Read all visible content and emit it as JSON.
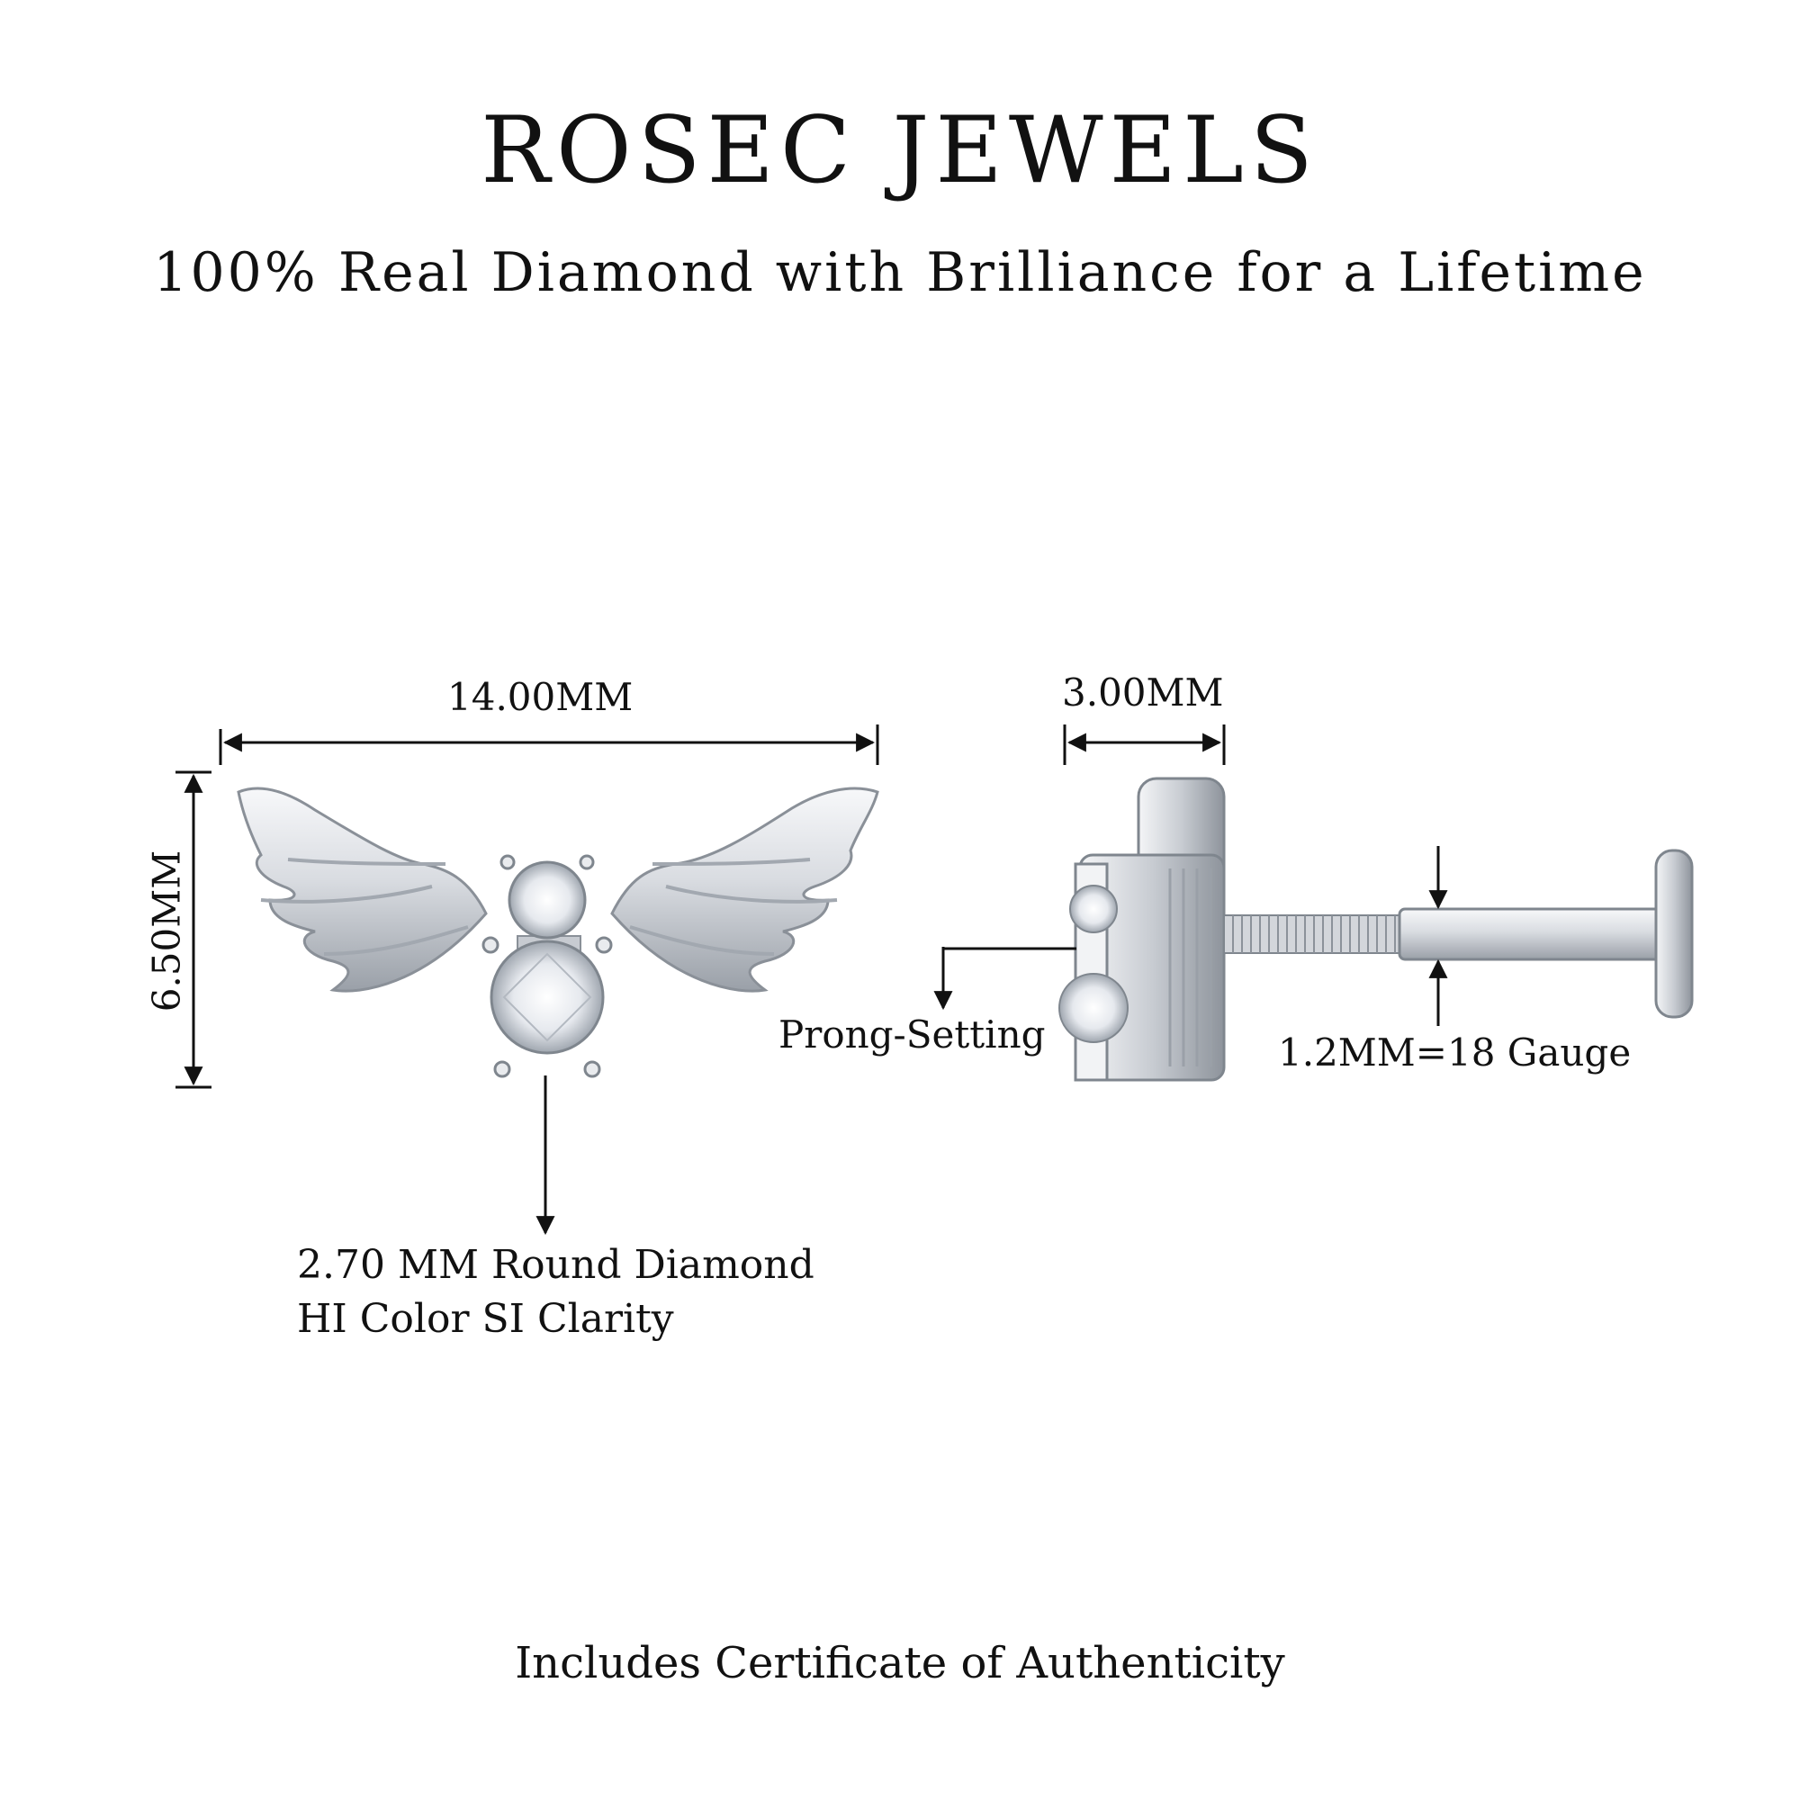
{
  "brand": "ROSEC JEWELS",
  "tagline": "100% Real Diamond with Brilliance for a Lifetime",
  "dimensions": {
    "width": "14.00MM",
    "height": "6.50MM",
    "depth": "3.00MM",
    "gauge": "1.2MM=18 Gauge"
  },
  "setting_label": "Prong-Setting",
  "stone": {
    "line1": "2.70 MM Round Diamond",
    "line2": "HI Color SI Clarity"
  },
  "footer": "Includes Certificate of Authenticity",
  "metal_color": "#c9ccd1"
}
